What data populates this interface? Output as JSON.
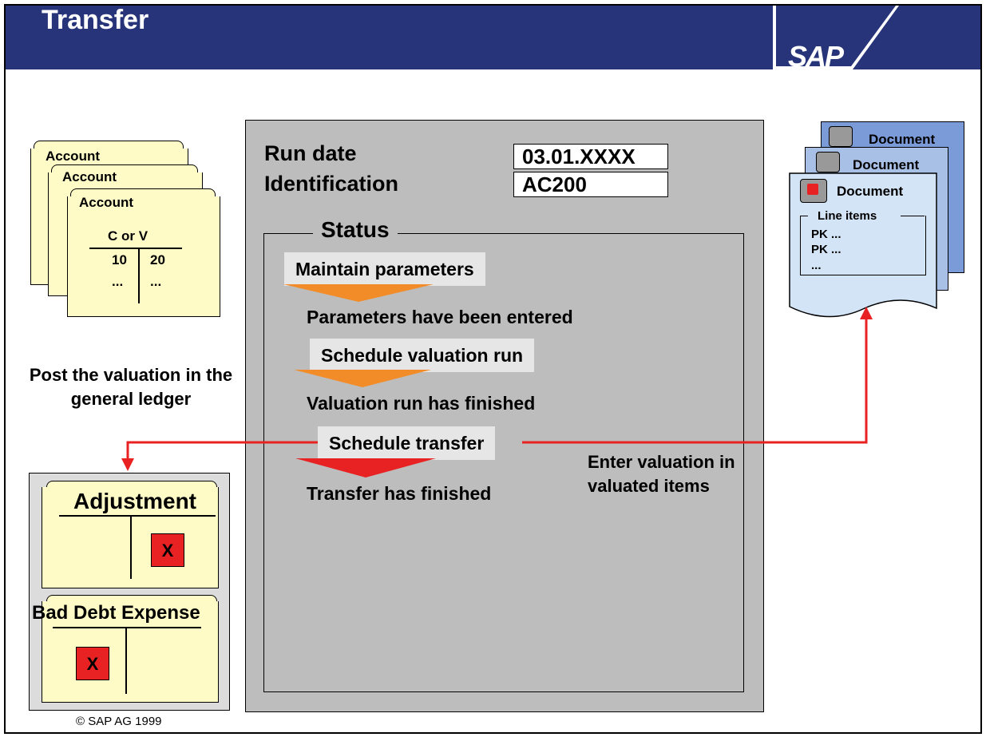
{
  "header": {
    "title": "Transfer",
    "logo": "SAP"
  },
  "accounts": {
    "labels": [
      "Account",
      "Account",
      "Account"
    ],
    "column_header": "C or V",
    "left_value": "10",
    "right_value": "20",
    "left_more": "...",
    "right_more": "..."
  },
  "panel": {
    "run_date_label": "Run date",
    "run_date_value": "03.01.XXXX",
    "identification_label": "Identification",
    "identification_value": "AC200",
    "status_label": "Status",
    "steps": [
      {
        "action": "Maintain parameters",
        "result": "Parameters have been entered",
        "color": "#f28c28"
      },
      {
        "action": "Schedule valuation run",
        "result": "Valuation run has finished",
        "color": "#f28c28"
      },
      {
        "action": "Schedule transfer",
        "result": "Transfer has finished",
        "color": "#e82222"
      }
    ]
  },
  "documents": {
    "labels": [
      "Document",
      "Document",
      "Document"
    ],
    "line_items_label": "Line items",
    "items": [
      "PK ...",
      "PK ...",
      "..."
    ]
  },
  "notes": {
    "post_valuation": "Post the valuation in the general ledger",
    "enter_valuation": "Enter valuation in valuated items"
  },
  "gl_accounts": {
    "adjustment": {
      "title": "Adjustment",
      "mark": "X"
    },
    "bad_debt": {
      "title": "Bad Debt Expense",
      "mark": "X"
    }
  },
  "colors": {
    "header": "#27347a",
    "panel": "#bdbdbd",
    "folder": "#fffbc6",
    "arrow_red": "#e82222",
    "arrow_orange": "#f28c28",
    "doc_back": "#7a9ad8",
    "doc_front": "#d3e4f7"
  },
  "footer": {
    "copyright": "© SAP AG 1999"
  }
}
